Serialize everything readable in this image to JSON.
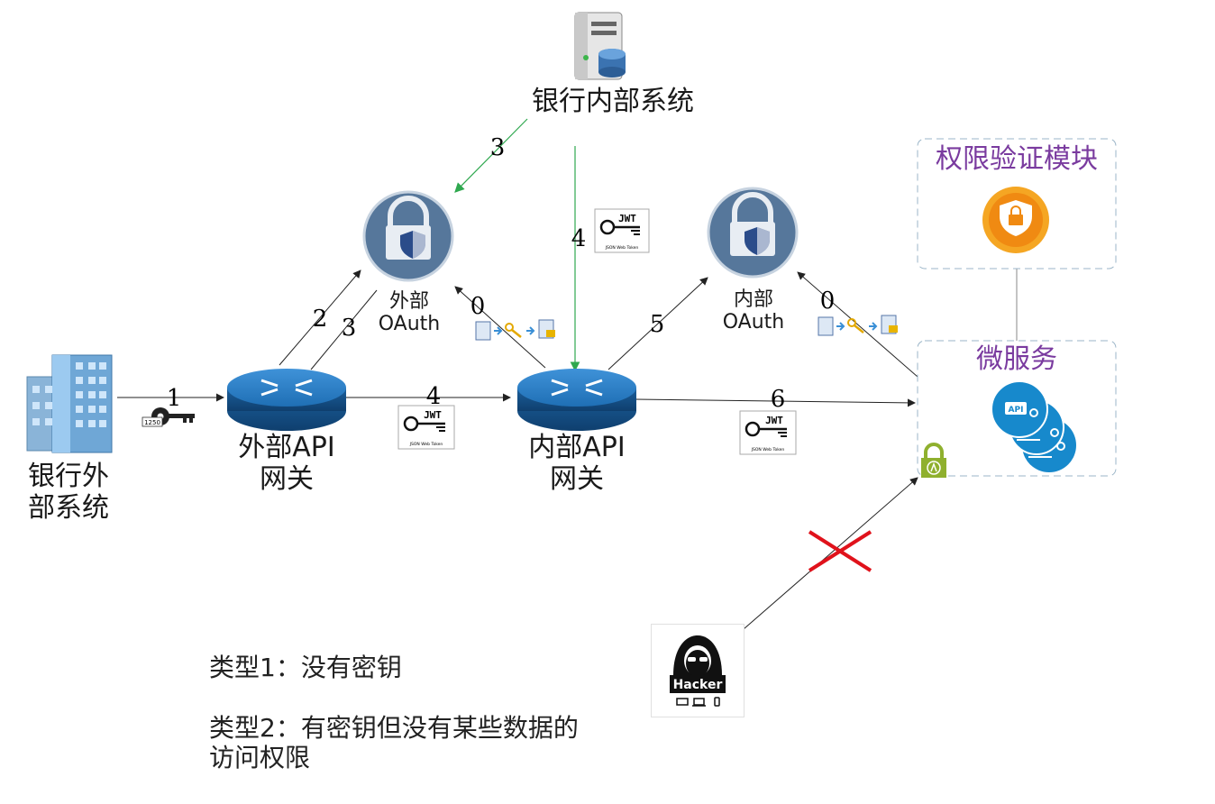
{
  "nodes": {
    "bank_internal": "银行内部系统",
    "bank_external": "银行外\n部系统",
    "ext_gateway": "外部API\n网关",
    "int_gateway": "内部API\n网关",
    "ext_oauth": "外部\nOAuth",
    "int_oauth": "内部\nOAuth",
    "auth_module": "权限验证模块",
    "microservice": "微服务"
  },
  "steps": {
    "s1": "1",
    "s2": "2",
    "s3a": "3",
    "s3b": "3",
    "s0a": "0",
    "s0b": "0",
    "s4a": "4",
    "s4b": "4",
    "s5": "5",
    "s6": "6"
  },
  "tokens": {
    "jwt": "JWT",
    "jwt_sub": "JSON Web Token",
    "key_code": "1250",
    "api": "API",
    "hacker": "Hacker"
  },
  "note": {
    "line1": "类型1：没有密钥",
    "line2": "类型2：有密钥但没有某些数据的\n访问权限"
  },
  "colors": {
    "purple": "#7a3b9f",
    "router": "#1f6fb5",
    "oauth": "#4f6f95",
    "green_arrow": "#2fa84f",
    "deny": "#e0121b",
    "orange": "#f5a623"
  }
}
